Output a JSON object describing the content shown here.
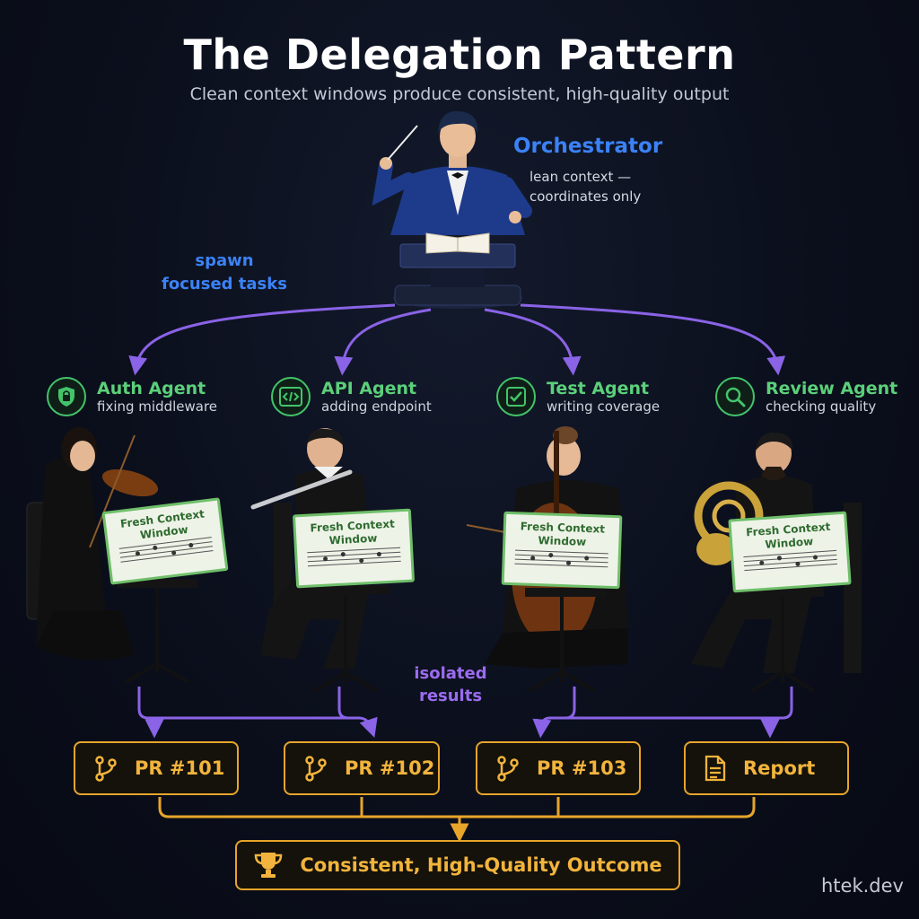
{
  "title": "The Delegation Pattern",
  "subtitle": "Clean context windows produce consistent, high-quality output",
  "orchestrator": {
    "name": "Orchestrator",
    "desc_line1": "lean context —",
    "desc_line2": "coordinates only"
  },
  "spawn_label": {
    "line1": "spawn",
    "line2": "focused tasks"
  },
  "agents": [
    {
      "name": "Auth Agent",
      "task": "fixing middleware",
      "icon": "lock-icon",
      "instrument": "violin"
    },
    {
      "name": "API Agent",
      "task": "adding endpoint",
      "icon": "code-icon",
      "instrument": "flute"
    },
    {
      "name": "Test Agent",
      "task": "writing coverage",
      "icon": "checkbox-icon",
      "instrument": "cello"
    },
    {
      "name": "Review Agent",
      "task": "checking quality",
      "icon": "search-icon",
      "instrument": "french-horn"
    }
  ],
  "sheet_label": "Fresh Context Window",
  "isolated_label": {
    "line1": "isolated",
    "line2": "results"
  },
  "outputs": [
    {
      "label": "PR #101",
      "icon": "git-branch-icon"
    },
    {
      "label": "PR #102",
      "icon": "git-branch-icon"
    },
    {
      "label": "PR #103",
      "icon": "git-branch-icon"
    },
    {
      "label": "Report",
      "icon": "document-icon"
    }
  ],
  "outcome": {
    "label": "Consistent, High-Quality Outcome",
    "icon": "trophy-icon"
  },
  "brand": "htek.dev",
  "colors": {
    "background": "#0b0f1c",
    "orchestrator_blue": "#3b82f6",
    "agent_green": "#5bd07a",
    "arrow_purple": "#8a63e6",
    "output_gold": "#e7a52a"
  }
}
